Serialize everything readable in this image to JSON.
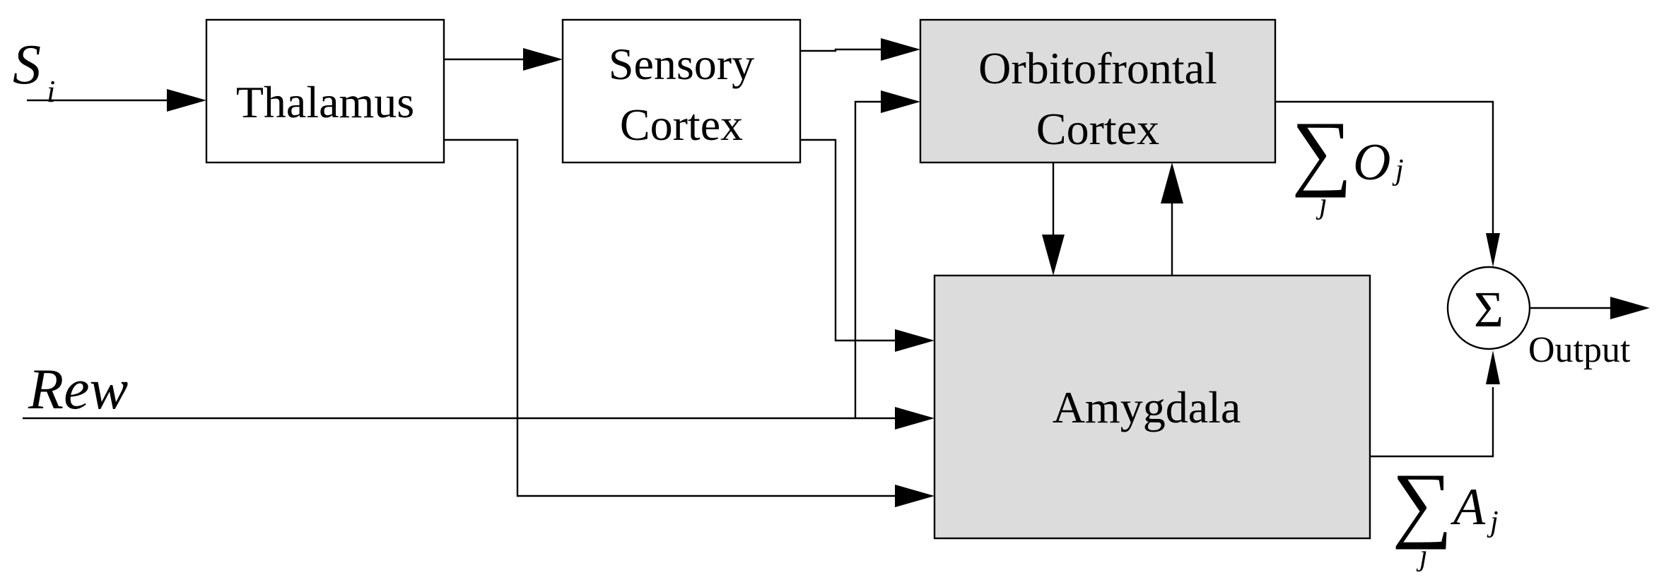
{
  "colors": {
    "plain_box_fill": "#ffffff",
    "shaded_box_fill": "#dcdcdc",
    "line": "#000000"
  },
  "blocks": {
    "thalamus": {
      "label": "Thalamus"
    },
    "sensory_cortex": {
      "label_line1": "Sensory",
      "label_line2": "Cortex"
    },
    "orbitofrontal_cortex": {
      "label_line1": "Orbitofrontal",
      "label_line2": "Cortex"
    },
    "amygdala": {
      "label": "Amygdala"
    },
    "summing_junction": {
      "symbol": "Σ"
    }
  },
  "signals": {
    "stimulus": {
      "symbol": "S",
      "subscript": "i"
    },
    "reward": {
      "symbol": "Rew"
    },
    "orbitofrontal_sum": {
      "operator": "∑",
      "index": "j",
      "symbol": "O",
      "subscript": "j"
    },
    "amygdala_sum": {
      "operator": "∑",
      "index": "j",
      "symbol": "A",
      "subscript": "j"
    },
    "output": {
      "label": "Output"
    }
  }
}
